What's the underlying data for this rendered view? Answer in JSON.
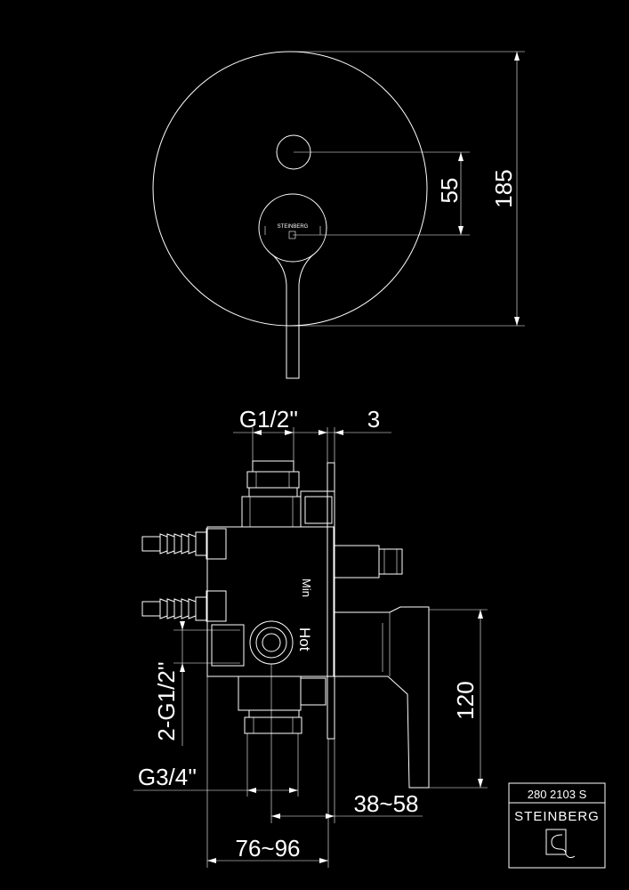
{
  "dimensions": {
    "height_185": "185",
    "spacing_55": "55",
    "inlet_g12": "G1/2''",
    "plate_3": "3",
    "height_120": "120",
    "outlet_2g12": "2-G1/2''",
    "outlet_g34": "G3/4''",
    "depth_38_58": "38~58",
    "depth_76_96": "76~96"
  },
  "labels": {
    "brand_small": "STEINBERG",
    "min": "Min",
    "hot": "Hot"
  },
  "title_block": {
    "article_number": "280 2103 S",
    "brand": "STEINBERG"
  }
}
